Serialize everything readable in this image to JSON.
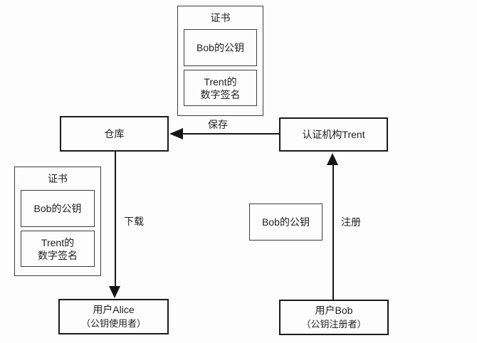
{
  "diagram": {
    "title": "certificate-authority-flow",
    "colors": {
      "background": "#fdfdfd",
      "line": "#161616",
      "bold_border": "#1a1a1a",
      "thin_border": "#3d3d3d",
      "text": "#1e1e1e"
    },
    "cert_top": {
      "title": "证书",
      "fields": [
        "Bob的公钥",
        "Trent的\n数字签名"
      ]
    },
    "cert_left": {
      "title": "证书",
      "fields": [
        "Bob的公钥",
        "Trent的\n数字签名"
      ]
    },
    "nodes": {
      "repository": {
        "label": "仓库"
      },
      "ca": {
        "label": "认证机构Trent"
      },
      "alice": {
        "label": "用户Alice",
        "sublabel": "（公钥使用者）"
      },
      "bob": {
        "label": "用户Bob",
        "sublabel": "（公钥注册者）"
      },
      "bob_key": {
        "label": "Bob的公钥"
      }
    },
    "edges": {
      "save": {
        "label": "保存",
        "from": "认证机构Trent",
        "to": "仓库"
      },
      "download": {
        "label": "下载",
        "from": "仓库",
        "to": "用户Alice"
      },
      "register": {
        "label": "注册",
        "from": "用户Bob",
        "to": "认证机构Trent"
      }
    }
  }
}
